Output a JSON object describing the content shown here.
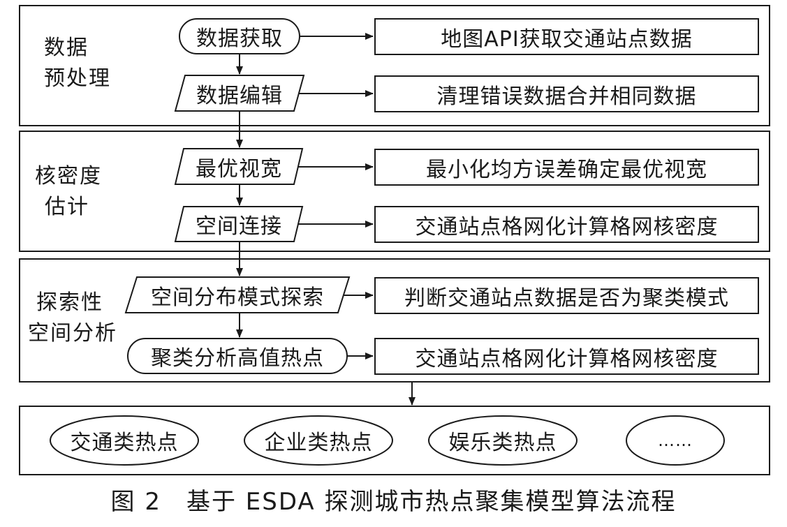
{
  "sections": [
    {
      "label_line1": "数据",
      "label_line2": "预处理",
      "steps": [
        {
          "name": "数据获取",
          "shape": "rounded",
          "result": "地图API获取交通站点数据"
        },
        {
          "name": "数据编辑",
          "shape": "parallelogram",
          "result": "清理错误数据合并相同数据"
        }
      ]
    },
    {
      "label_line1": "核密度",
      "label_line2": "估计",
      "steps": [
        {
          "name": "最优视宽",
          "shape": "parallelogram",
          "result": "最小化均方误差确定最优视宽"
        },
        {
          "name": "空间连接",
          "shape": "parallelogram",
          "result": "交通站点格网化计算格网核密度"
        }
      ]
    },
    {
      "label_line1": "探索性",
      "label_line2": "空间分析",
      "steps": [
        {
          "name": "空间分布模式探索",
          "shape": "parallelogram",
          "result": "判断交通站点数据是否为聚类模式"
        },
        {
          "name": "聚类分析高值热点",
          "shape": "rounded",
          "result": "交通站点格网化计算格网核密度"
        }
      ]
    }
  ],
  "outputs": [
    "交通类热点",
    "企业类热点",
    "娱乐类热点",
    "……"
  ],
  "caption": "图 2　基于 ESDA 探测城市热点聚集模型算法流程"
}
